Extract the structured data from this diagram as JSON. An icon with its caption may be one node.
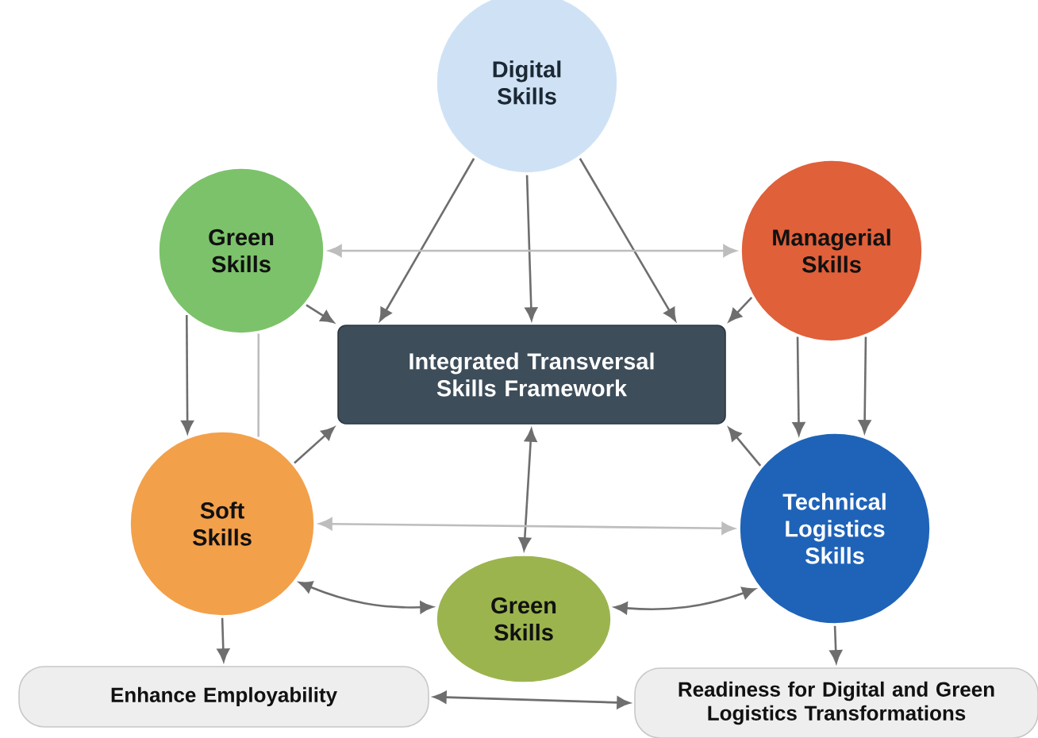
{
  "diagram": {
    "nodes": [
      {
        "text": [
          "Digital Skills"
        ]
      },
      {
        "text": [
          "Green Skills"
        ]
      },
      {
        "text": [
          "Managerial Skills"
        ]
      },
      {
        "text": [
          "Integrated Transversal Skills Framework"
        ]
      },
      {
        "text": [
          "Soft Skills"
        ]
      },
      {
        "text": [
          "Technical Logistics Skills"
        ]
      },
      {
        "text": [
          "Green Skills"
        ]
      },
      {
        "text": [
          "Enhance Employability"
        ]
      },
      {
        "text": [
          "Readiness for Digital and Green Logistics Transformations"
        ]
      }
    ],
    "edges": [
      {
        "from": 0,
        "to": 3,
        "arrow": "to"
      },
      {
        "from": 0,
        "to": 3,
        "arrow": "to"
      },
      {
        "from": 0,
        "to": 3,
        "arrow": "to"
      },
      {
        "from": 1,
        "to": 2,
        "arrow": "both",
        "color": "#bdbdbd"
      },
      {
        "from": 1,
        "to": 3,
        "arrow": "to"
      },
      {
        "from": 2,
        "to": 3,
        "arrow": "to"
      },
      {
        "from": 1,
        "to": 4,
        "arrow": "to"
      },
      {
        "from": 1,
        "to": 4,
        "arrow": "none",
        "color": "#bdbdbd"
      },
      {
        "from": 2,
        "to": 5,
        "arrow": "to"
      },
      {
        "from": 2,
        "to": 5,
        "arrow": "to"
      },
      {
        "from": 4,
        "to": 3,
        "arrow": "to"
      },
      {
        "from": 5,
        "to": 3,
        "arrow": "to"
      },
      {
        "from": 3,
        "to": 6,
        "arrow": "both"
      },
      {
        "from": 4,
        "to": 5,
        "arrow": "both",
        "color": "#bdbdbd"
      },
      {
        "from": 4,
        "to": 6,
        "arrow": "both"
      },
      {
        "from": 6,
        "to": 5,
        "arrow": "both"
      },
      {
        "from": 4,
        "to": 7,
        "arrow": "to"
      },
      {
        "from": 5,
        "to": 8,
        "arrow": "to"
      },
      {
        "from": 7,
        "to": 8,
        "arrow": "both"
      }
    ]
  }
}
